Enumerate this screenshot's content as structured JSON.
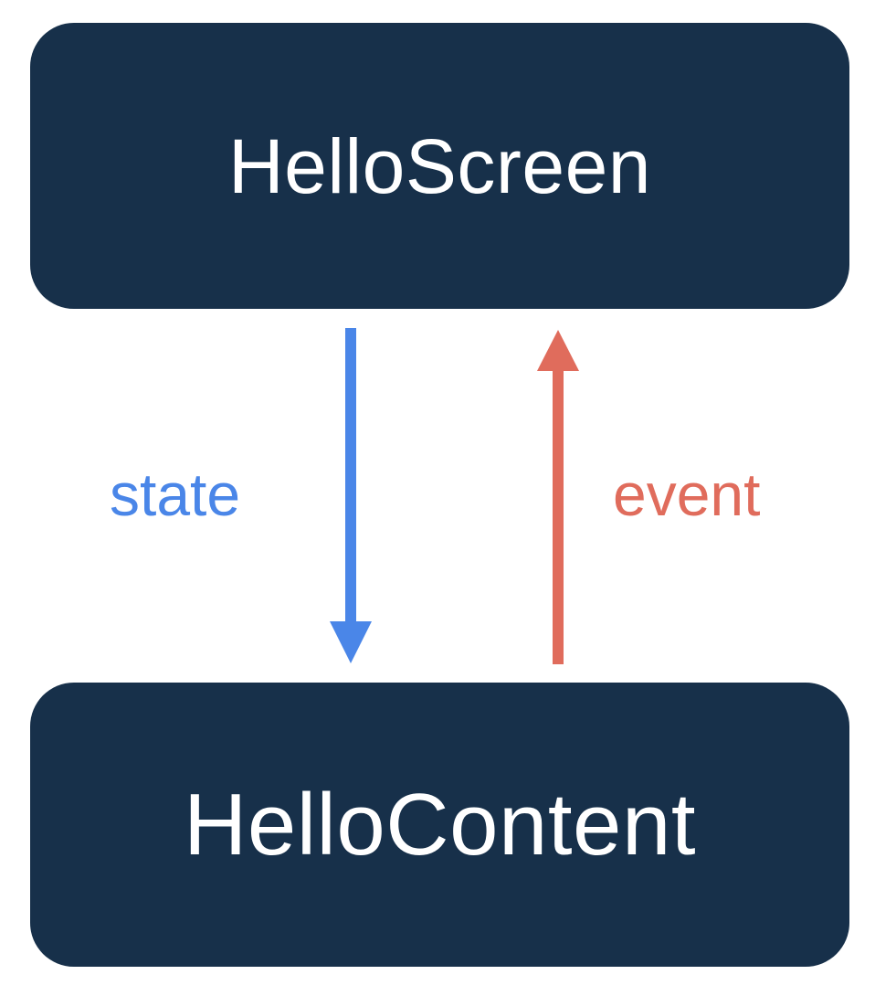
{
  "diagram": {
    "type": "flow-diagram",
    "title": "HelloScreen / HelloContent state and event flow",
    "background_color": "#ffffff",
    "nodes": [
      {
        "id": "hello-screen",
        "label": "HelloScreen",
        "fill_color": "#17304a",
        "text_color": "#ffffff",
        "shape": "rounded-rectangle"
      },
      {
        "id": "hello-content",
        "label": "HelloContent",
        "fill_color": "#17304a",
        "text_color": "#ffffff",
        "shape": "rounded-rectangle"
      }
    ],
    "edges": [
      {
        "id": "state-edge",
        "label": "state",
        "from": "hello-screen",
        "to": "hello-content",
        "direction": "down",
        "color": "#4a86e8"
      },
      {
        "id": "event-edge",
        "label": "event",
        "from": "hello-content",
        "to": "hello-screen",
        "direction": "up",
        "color": "#e06c5c"
      }
    ]
  },
  "colors": {
    "node_fill": "#17304a",
    "node_text": "#ffffff",
    "state_accent": "#4a86e8",
    "event_accent": "#e06c5c",
    "background": "#ffffff"
  }
}
